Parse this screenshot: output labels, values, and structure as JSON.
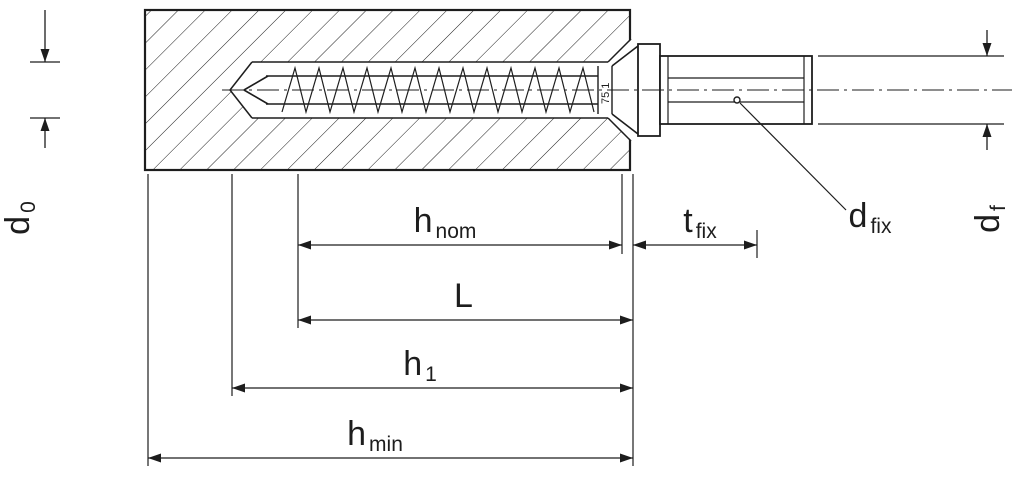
{
  "diagram": {
    "marking": "75 1",
    "colors": {
      "line": "#1d1d1d",
      "background": "#ffffff"
    },
    "dimensions": {
      "d0": {
        "main": "d",
        "sub": "0"
      },
      "hnom": {
        "main": "h",
        "sub": "nom"
      },
      "tfix": {
        "main": "t",
        "sub": "fix"
      },
      "dfix": {
        "main": "d",
        "sub": "fix"
      },
      "df": {
        "main": "d",
        "sub": "f"
      },
      "L": {
        "main": "L",
        "sub": ""
      },
      "h1": {
        "main": "h",
        "sub": "1"
      },
      "hmin": {
        "main": "h",
        "sub": "min"
      }
    }
  }
}
